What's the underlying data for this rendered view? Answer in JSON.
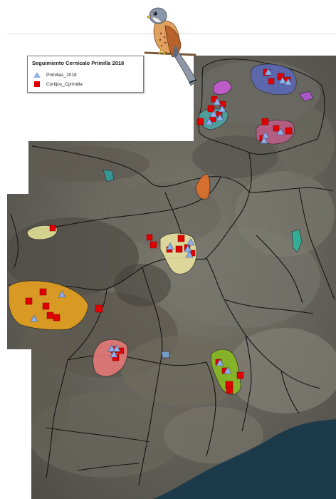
{
  "legend": {
    "title": "Seguimiento Cernícalo Primilla 2018",
    "items": [
      {
        "label": "Primillas_2018",
        "symbol": "triangle",
        "color": "#8fb0e8"
      },
      {
        "label": "Cortijos_Cprimilla",
        "symbol": "square",
        "color": "#e00000"
      }
    ]
  },
  "colors": {
    "colony_marker": "#8fb0e8",
    "farmhouse_marker": "#e00000",
    "sea": "#1d3a4a",
    "boundaries": "#151515"
  },
  "icons": [
    "kestrel-bird-illustration"
  ]
}
